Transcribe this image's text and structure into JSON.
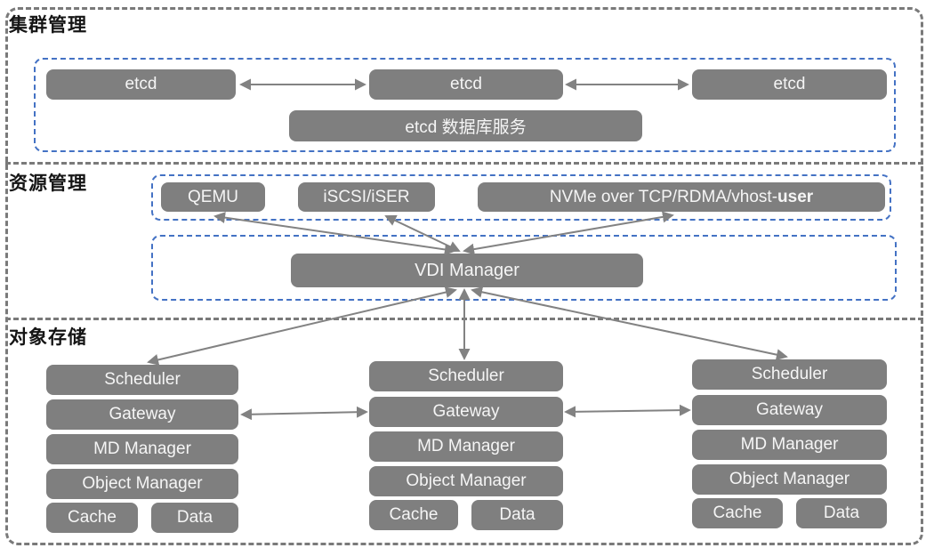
{
  "cluster": {
    "title": "集群管理",
    "etcd_nodes": [
      "etcd",
      "etcd",
      "etcd"
    ],
    "db_service": "etcd 数据库服务"
  },
  "resource": {
    "title": "资源管理",
    "qemu": "QEMU",
    "iscsi": "iSCSI/iSER",
    "nvme_prefix": "NVMe over TCP/RDMA/vhost-",
    "nvme_bold": "user",
    "vdi_manager": "VDI Manager"
  },
  "storage": {
    "title": "对象存储",
    "columns": [
      {
        "scheduler": "Scheduler",
        "gateway": "Gateway",
        "md_manager": "MD Manager",
        "object_manager": "Object Manager",
        "cache": "Cache",
        "data": "Data"
      },
      {
        "scheduler": "Scheduler",
        "gateway": "Gateway",
        "md_manager": "MD Manager",
        "object_manager": "Object Manager",
        "cache": "Cache",
        "data": "Data"
      },
      {
        "scheduler": "Scheduler",
        "gateway": "Gateway",
        "md_manager": "MD Manager",
        "object_manager": "Object Manager",
        "cache": "Cache",
        "data": "Data"
      }
    ]
  },
  "colors": {
    "node_fill": "#7f7f7f",
    "node_text": "#f5f5f5",
    "outer_border": "#7a7a7a",
    "inner_border": "#4472c4",
    "arrow": "#828282",
    "title_text": "#151515"
  }
}
